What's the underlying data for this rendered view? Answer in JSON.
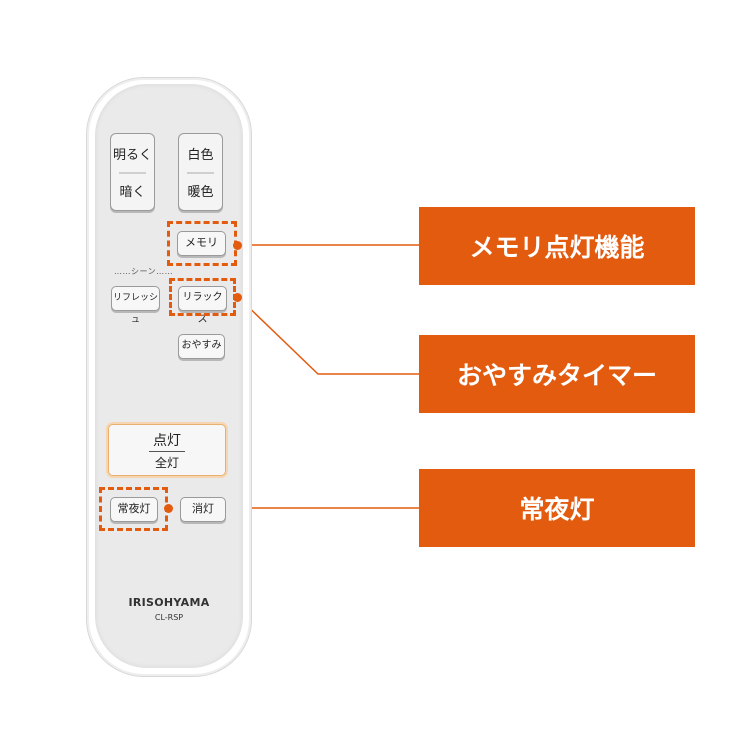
{
  "remote": {
    "bright_top": "明るく",
    "bright_bottom": "暗く",
    "color_top": "白色",
    "color_bottom": "暖色",
    "memory": "メモリ",
    "scene_label": "……シーン……",
    "refresh": "リフレッシュ",
    "relax": "リラックス",
    "oyasumi": "おやすみ",
    "on_top": "点灯",
    "on_bottom": "全灯",
    "nightlight": "常夜灯",
    "off": "消灯",
    "brand": "IRISOHYAMA",
    "model": "CL-RSP"
  },
  "callouts": [
    {
      "label": "メモリ点灯機能"
    },
    {
      "label": "おやすみタイマー"
    },
    {
      "label": "常夜灯"
    }
  ],
  "colors": {
    "accent": "#e35b0f",
    "remote": "#eaeaea"
  }
}
